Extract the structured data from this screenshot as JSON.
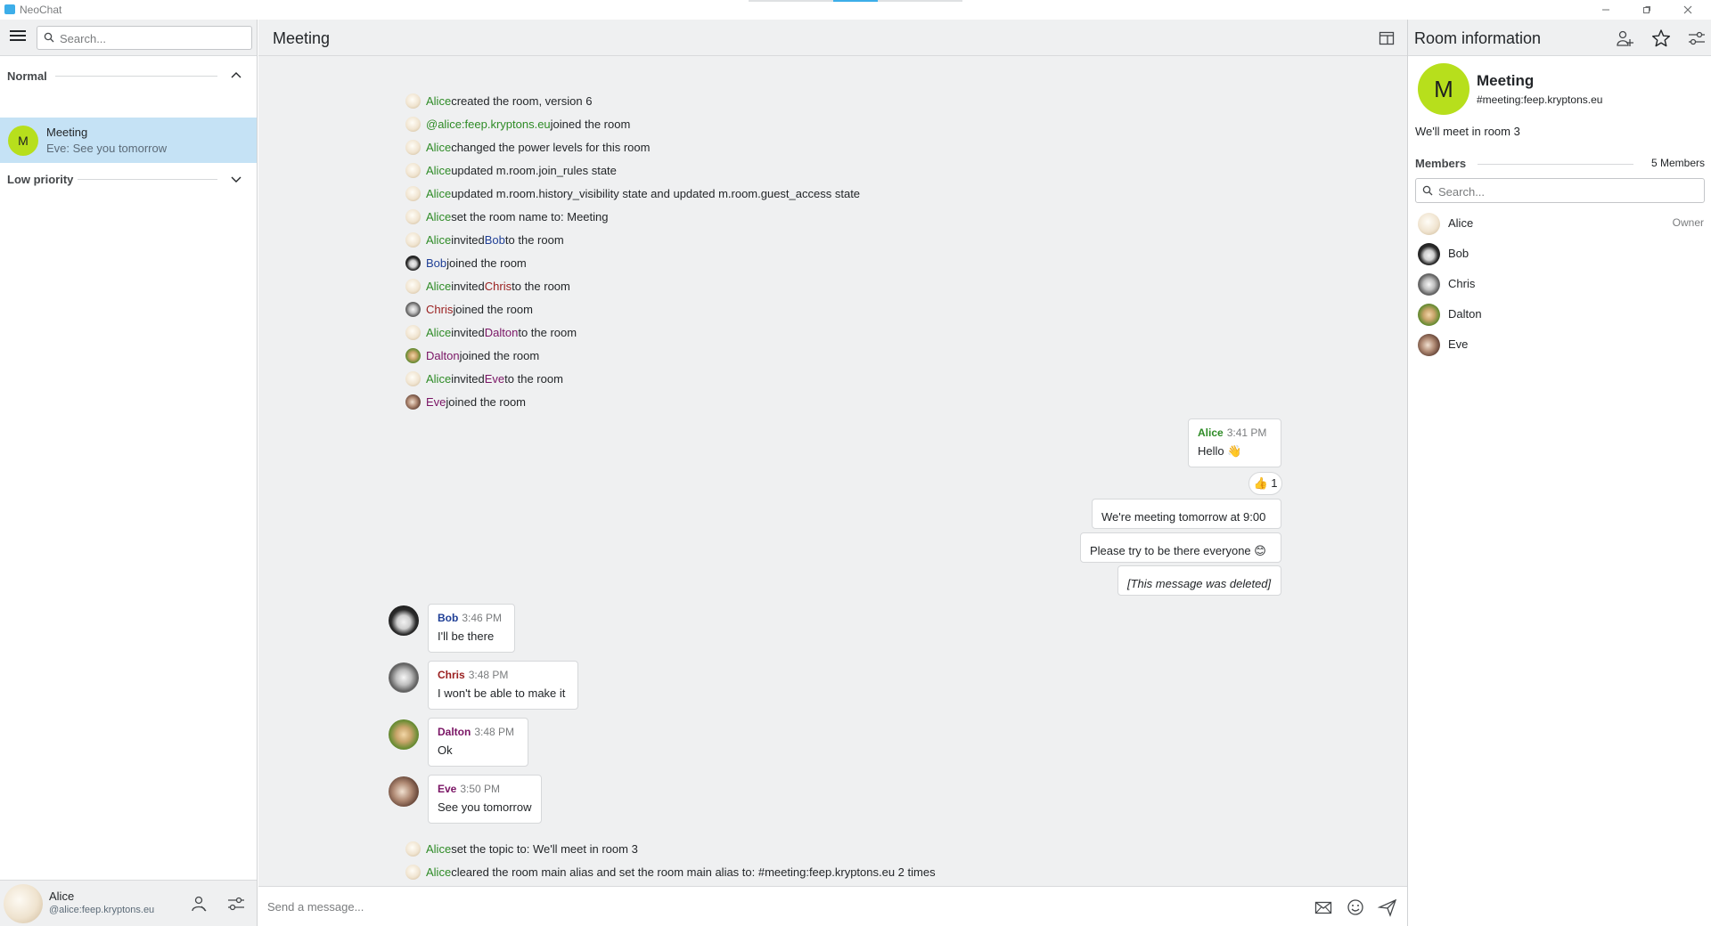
{
  "app": {
    "title": "NeoChat"
  },
  "left": {
    "search_placeholder": "Search...",
    "sections": [
      {
        "label": "Normal"
      },
      {
        "label": "Low priority"
      }
    ],
    "room": {
      "avatar_letter": "M",
      "name": "Meeting",
      "last_message": "Eve: See you tomorrow",
      "avatar_color": "#b7df1c"
    },
    "user": {
      "name": "Alice",
      "id": "@alice:feep.kryptons.eu"
    }
  },
  "main": {
    "title": "Meeting",
    "events": [
      {
        "who": "Alice",
        "text": " created the room, version 6"
      },
      {
        "who": "@alice:feep.kryptons.eu",
        "text": " joined the room"
      },
      {
        "who": "Alice",
        "text": " changed the power levels for this room"
      },
      {
        "who": "Alice",
        "text": " updated m.room.join_rules state"
      },
      {
        "who": "Alice",
        "text": " updated m.room.history_visibility state and updated m.room.guest_access state"
      },
      {
        "who": "Alice",
        "text": " set the room name to: Meeting"
      },
      {
        "who": "Alice",
        "text": " invited ",
        "target": "Bob",
        "tail": " to the room"
      },
      {
        "who": "Bob",
        "text": " joined the room"
      },
      {
        "who": "Alice",
        "text": " invited ",
        "target": "Chris",
        "tail": " to the room"
      },
      {
        "who": "Chris",
        "text": " joined the room"
      },
      {
        "who": "Alice",
        "text": " invited ",
        "target": "Dalton",
        "tail": " to the room"
      },
      {
        "who": "Dalton",
        "text": " joined the room"
      },
      {
        "who": "Alice",
        "text": " invited ",
        "target": "Eve",
        "tail": " to the room"
      },
      {
        "who": "Eve",
        "text": " joined the room"
      }
    ],
    "own_messages": {
      "sender": "Alice",
      "time": "3:41 PM",
      "hello": "Hello 👋",
      "reaction": "👍 1",
      "m2": "We're meeting tomorrow at 9:00",
      "m3": "Please try to be there everyone 😊",
      "m4": "[This message was deleted]"
    },
    "messages": [
      {
        "sender": "Bob",
        "time": "3:46 PM",
        "body": "I'll be there"
      },
      {
        "sender": "Chris",
        "time": "3:48 PM",
        "body": "I won't be able to make it"
      },
      {
        "sender": "Dalton",
        "time": "3:48 PM",
        "body": "Ok"
      },
      {
        "sender": "Eve",
        "time": "3:50 PM",
        "body": "See you tomorrow"
      }
    ],
    "tail_events": [
      {
        "who": "Alice",
        "text": " set the topic to: We'll meet in room 3"
      },
      {
        "who": "Alice",
        "text": " cleared the room main alias and set the room main alias to: #meeting:feep.kryptons.eu 2 times"
      }
    ],
    "composer_placeholder": "Send a message..."
  },
  "right": {
    "title": "Room information",
    "room_letter": "M",
    "room_name": "Meeting",
    "alias": "#meeting:feep.kryptons.eu",
    "topic": "We'll meet in room 3",
    "members_label": "Members",
    "members_count": "5 Members",
    "search_placeholder": "Search...",
    "members": [
      {
        "name": "Alice",
        "role": "Owner"
      },
      {
        "name": "Bob",
        "role": ""
      },
      {
        "name": "Chris",
        "role": ""
      },
      {
        "name": "Dalton",
        "role": ""
      },
      {
        "name": "Eve",
        "role": ""
      }
    ]
  },
  "colors": {
    "accent": "#3daee9",
    "alice": "#2e8b26",
    "bob": "#1f3f96",
    "chris": "#9a2020",
    "dalton": "#7a1565",
    "eve": "#7a1565",
    "selected_room": "#c5e2f5"
  },
  "icons": [
    "hamburger-icon",
    "search-icon",
    "chevron-up-icon",
    "chevron-down-icon",
    "panel-icon",
    "add-user-icon",
    "star-icon",
    "settings-icon",
    "status-icon",
    "configure-icon",
    "envelope-icon",
    "emoji-icon",
    "send-icon"
  ]
}
